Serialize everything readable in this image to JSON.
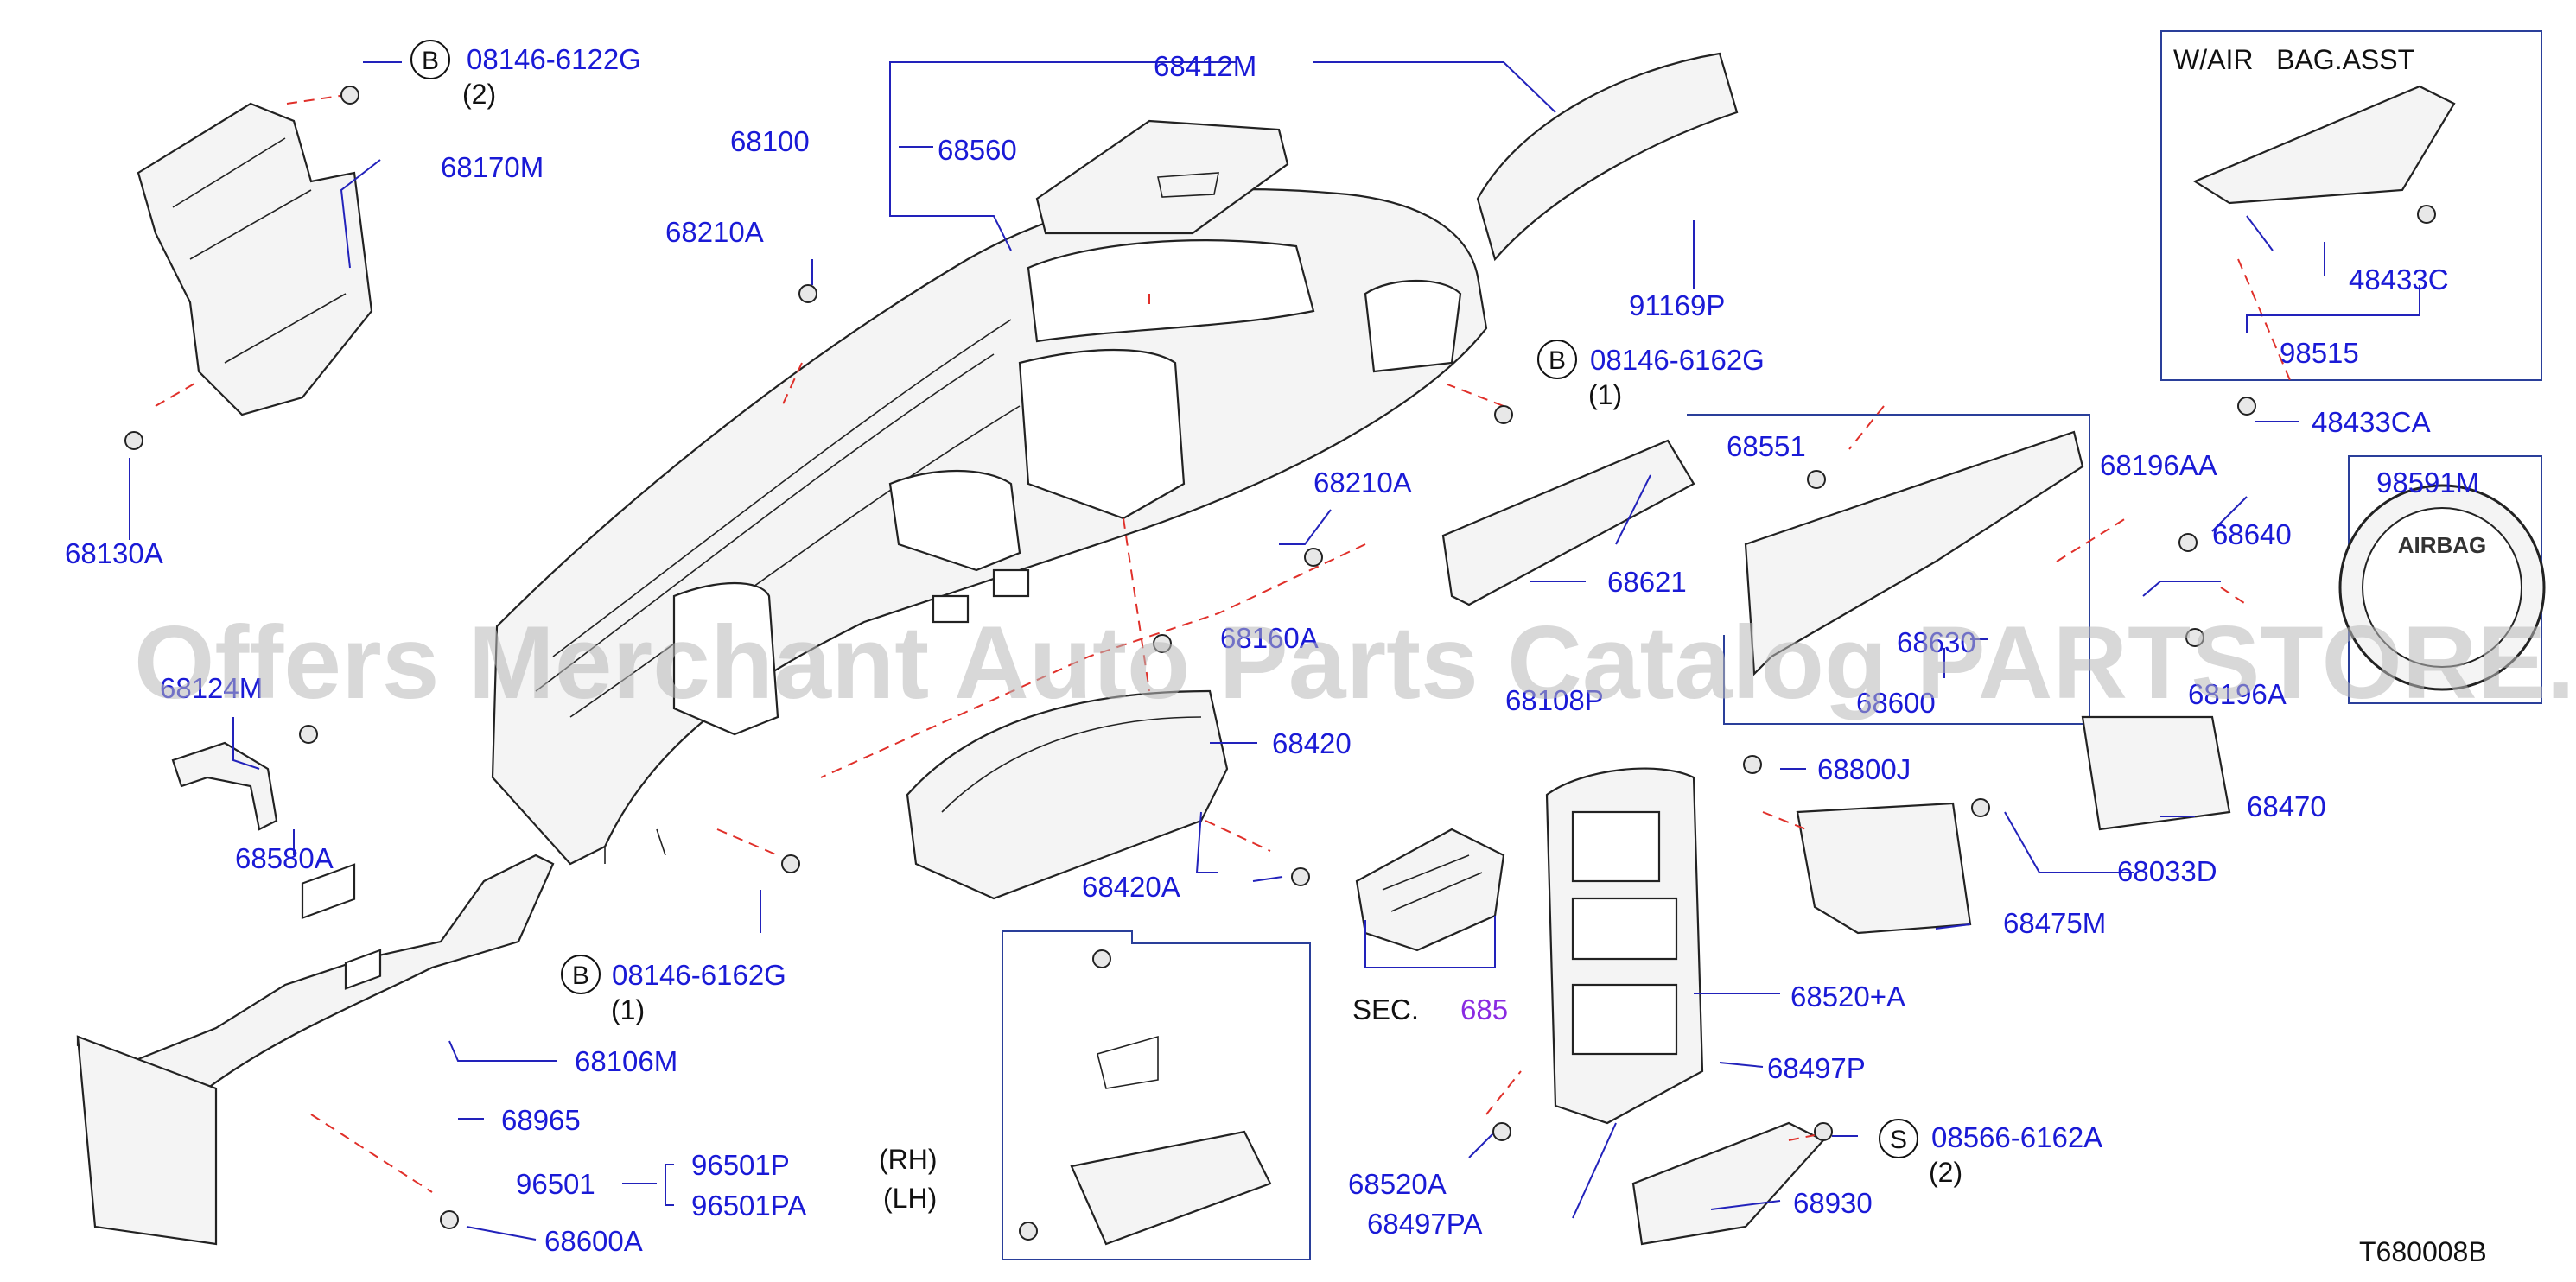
{
  "labels": {
    "p08146_6122G": "08146-6122G",
    "qty_2a": "(2)",
    "p68170M": "68170M",
    "p68130A": "68130A",
    "p68412M": "68412M",
    "p68100": "68100",
    "p68560": "68560",
    "p68210A_1": "68210A",
    "p08146_6162G_1": "08146-6162G",
    "qty_1a": "(1)",
    "p91169P": "91169P",
    "p68210A_2": "68210A",
    "p68160A": "68160A",
    "p68124M": "68124M",
    "p68580A": "68580A",
    "p68420": "68420",
    "p68420A": "68420A",
    "p08146_6162G_2": "08146-6162G",
    "qty_1b": "(1)",
    "p68106M": "68106M",
    "p68965": "68965",
    "p96501": "96501",
    "p96501P": "96501P",
    "p96501PA": "96501PA",
    "p68600A": "68600A",
    "p68551": "68551",
    "p68621": "68621",
    "p68108P": "68108P",
    "p68630": "68630",
    "p68600": "68600",
    "p68196AA": "68196AA",
    "p68640": "68640",
    "p68196A": "68196A",
    "wairbag": "W/AIR   BAG.ASST",
    "p48433C": "48433C",
    "p98515": "98515",
    "p48433CA": "48433CA",
    "p98591M": "98591M",
    "airbag_emblem": "AIRBAG",
    "p68800J": "68800J",
    "p68470": "68470",
    "p68033D": "68033D",
    "p68475M": "68475M",
    "sec_prefix": "SEC.",
    "sec_num": "685",
    "p68520plusA": "68520+A",
    "p68497P": "68497P",
    "p68520A": "68520A",
    "p68497PA": "68497PA",
    "p08566_6162A": "08566-6162A",
    "qty_2b": "(2)",
    "p68930": "68930",
    "rh": "(RH)",
    "lh": "(LH)",
    "code": "T680008B"
  },
  "markers": {
    "b": "B",
    "s": "S"
  },
  "watermark": "Offers Merchant Auto Parts Catalog PARTSTORE.SA",
  "colors": {
    "label": "#1a1ad6",
    "leader": "#2222bb",
    "dashed_guide": "#e0302a",
    "section_number": "#8a2be2",
    "frame": "#2a3f9a"
  }
}
